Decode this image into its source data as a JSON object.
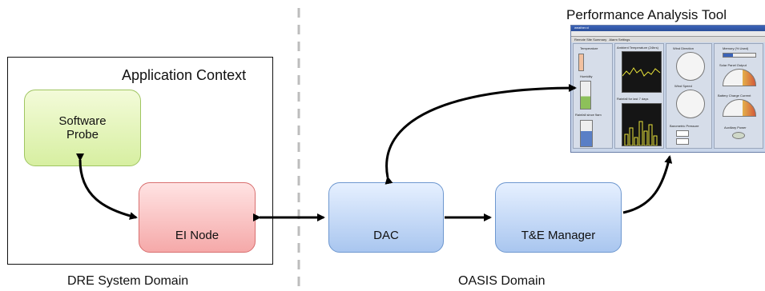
{
  "domains": {
    "left": "DRE System Domain",
    "right": "OASIS Domain"
  },
  "app_context": {
    "title": "Application Context"
  },
  "nodes": {
    "probe": {
      "label_line1": "Software",
      "label_line2": "Probe"
    },
    "ei_node": {
      "label": "EI Node"
    },
    "dac": {
      "label": "DAC"
    },
    "tem": {
      "label": "T&E Manager"
    }
  },
  "tool": {
    "title": "Performance Analysis Tool",
    "window_title": "weather.vi",
    "tabs": [
      "Remote Site Summary",
      "Alarm Settings"
    ],
    "panels": {
      "temperature": "Temperature",
      "humidity": "Humidity",
      "rainfall": "Rainfall since 9am",
      "ambient": "Ambient Temperature (24hrs)",
      "rain7": "Rainfall for last 7 days",
      "wind_dir": "Wind Direction",
      "wind_speed": "Wind Speed",
      "baro": "Barometric Pressure",
      "memory": "Memory (% Used)",
      "solar": "Solar Panel Output",
      "battery": "Battery Charge Current",
      "aux": "Auxiliary Power"
    }
  },
  "colors": {
    "probe": "#d7efa1",
    "ei_node": "#f5a9a9",
    "blue": "#a9c6ef",
    "divider": "#bdbdbd"
  }
}
